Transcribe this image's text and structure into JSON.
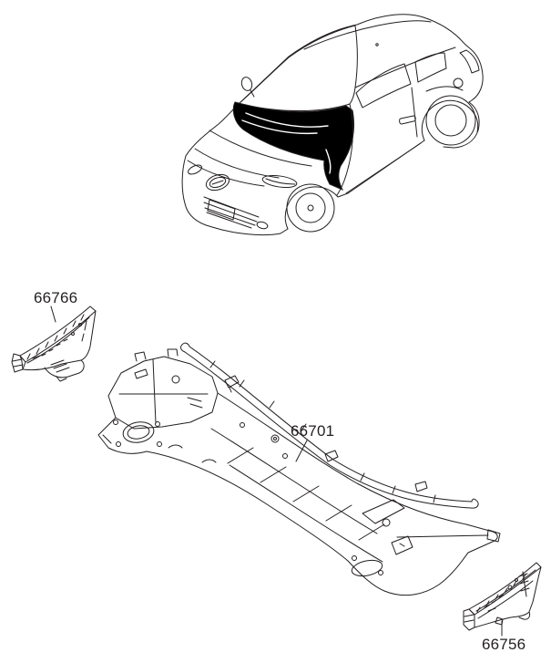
{
  "diagram": {
    "parts": [
      {
        "code": "66766"
      },
      {
        "code": "66701"
      },
      {
        "code": "66756"
      }
    ],
    "colors": {
      "background": "#ffffff",
      "line": "#231f20",
      "cowl_highlight": "#000000"
    }
  }
}
